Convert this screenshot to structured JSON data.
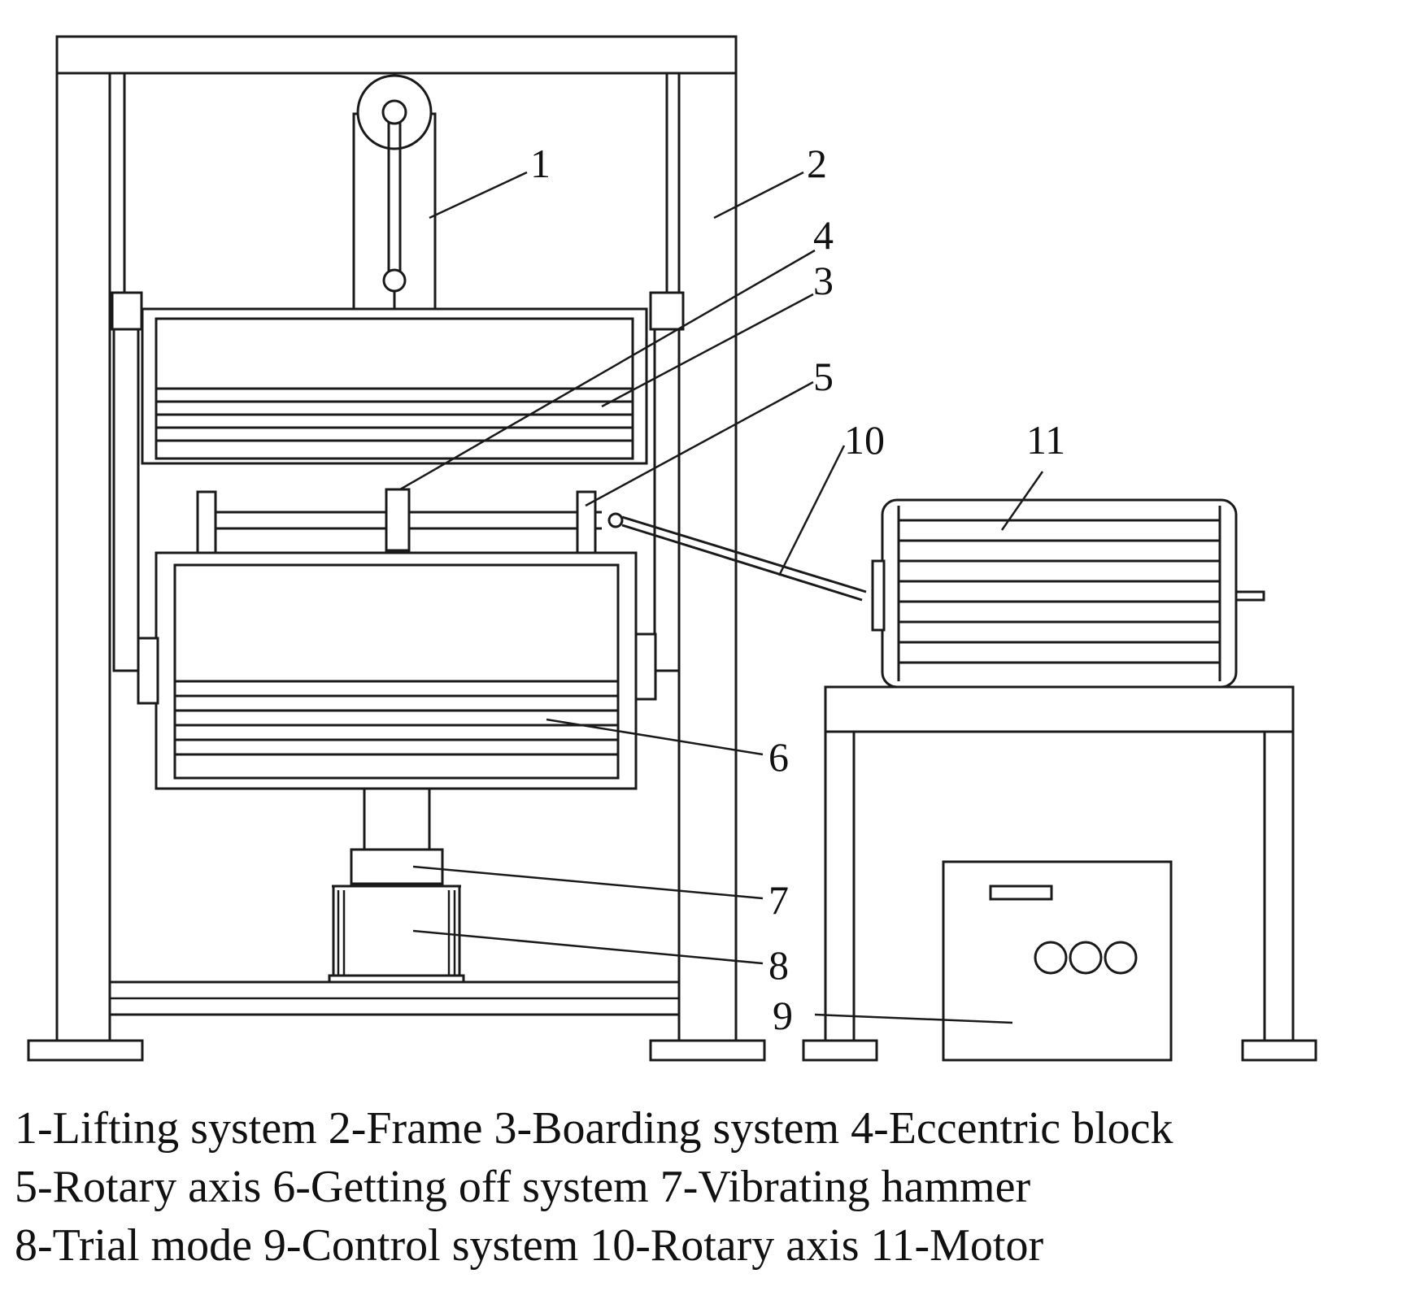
{
  "colors": {
    "stroke": "#1a1a1a",
    "fill": "#ffffff",
    "text": "#111111"
  },
  "callouts": {
    "c1": "1",
    "c2": "2",
    "c3": "3",
    "c4": "4",
    "c5": "5",
    "c6": "6",
    "c7": "7",
    "c8": "8",
    "c9": "9",
    "c10": "10",
    "c11": "11"
  },
  "caption": {
    "line1": "1-Lifting system 2-Frame 3-Boarding system 4-Eccentric block",
    "line2": "5-Rotary axis 6-Getting off system 7-Vibrating hammer",
    "line3": "8-Trial mode 9-Control system 10-Rotary axis 11-Motor"
  }
}
